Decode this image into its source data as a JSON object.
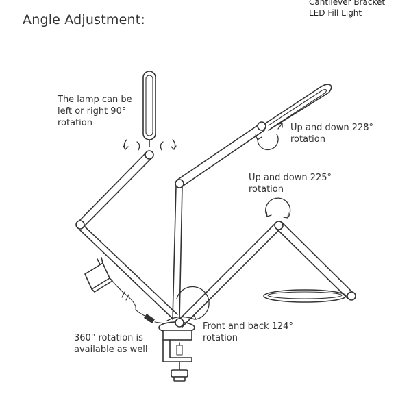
{
  "title": "Angle Adjustment:",
  "corner_label": {
    "line1": "Cantilever Bracket",
    "line2": "LED Fill Light"
  },
  "captions": {
    "left_right": [
      "The lamp can be",
      "left or right 90°",
      "rotation"
    ],
    "up_down_228": [
      "Up and down 228°",
      "rotation"
    ],
    "up_down_225": [
      "Up and down 225°",
      "rotation"
    ],
    "front_back": [
      "Front and back 124°",
      "rotation"
    ],
    "base_rotation": [
      "360° rotation is",
      "available as well"
    ]
  },
  "colors": {
    "line": "#333333",
    "background": "#ffffff"
  },
  "icons": [
    "rotation-arrow-icon",
    "power-adapter-icon",
    "clamp-icon"
  ]
}
